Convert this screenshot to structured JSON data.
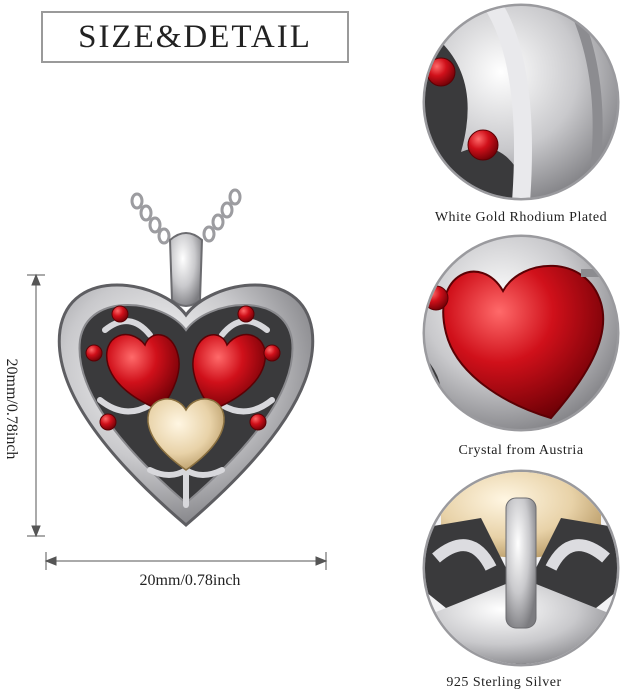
{
  "heading": "SIZE&DETAIL",
  "dimensions": {
    "width_label": "20mm/0.78inch",
    "height_label": "20mm/0.78inch"
  },
  "details": [
    {
      "caption": "White Gold Rhodium Plated"
    },
    {
      "caption": "Crystal from Austria"
    },
    {
      "caption": "925 Sterling Silver"
    }
  ],
  "colors": {
    "crystal_red": "#d0101a",
    "crystal_champagne": "#e8d2a8",
    "silver": "#cfcfd2",
    "dark_oxide": "#3a3a3c"
  }
}
